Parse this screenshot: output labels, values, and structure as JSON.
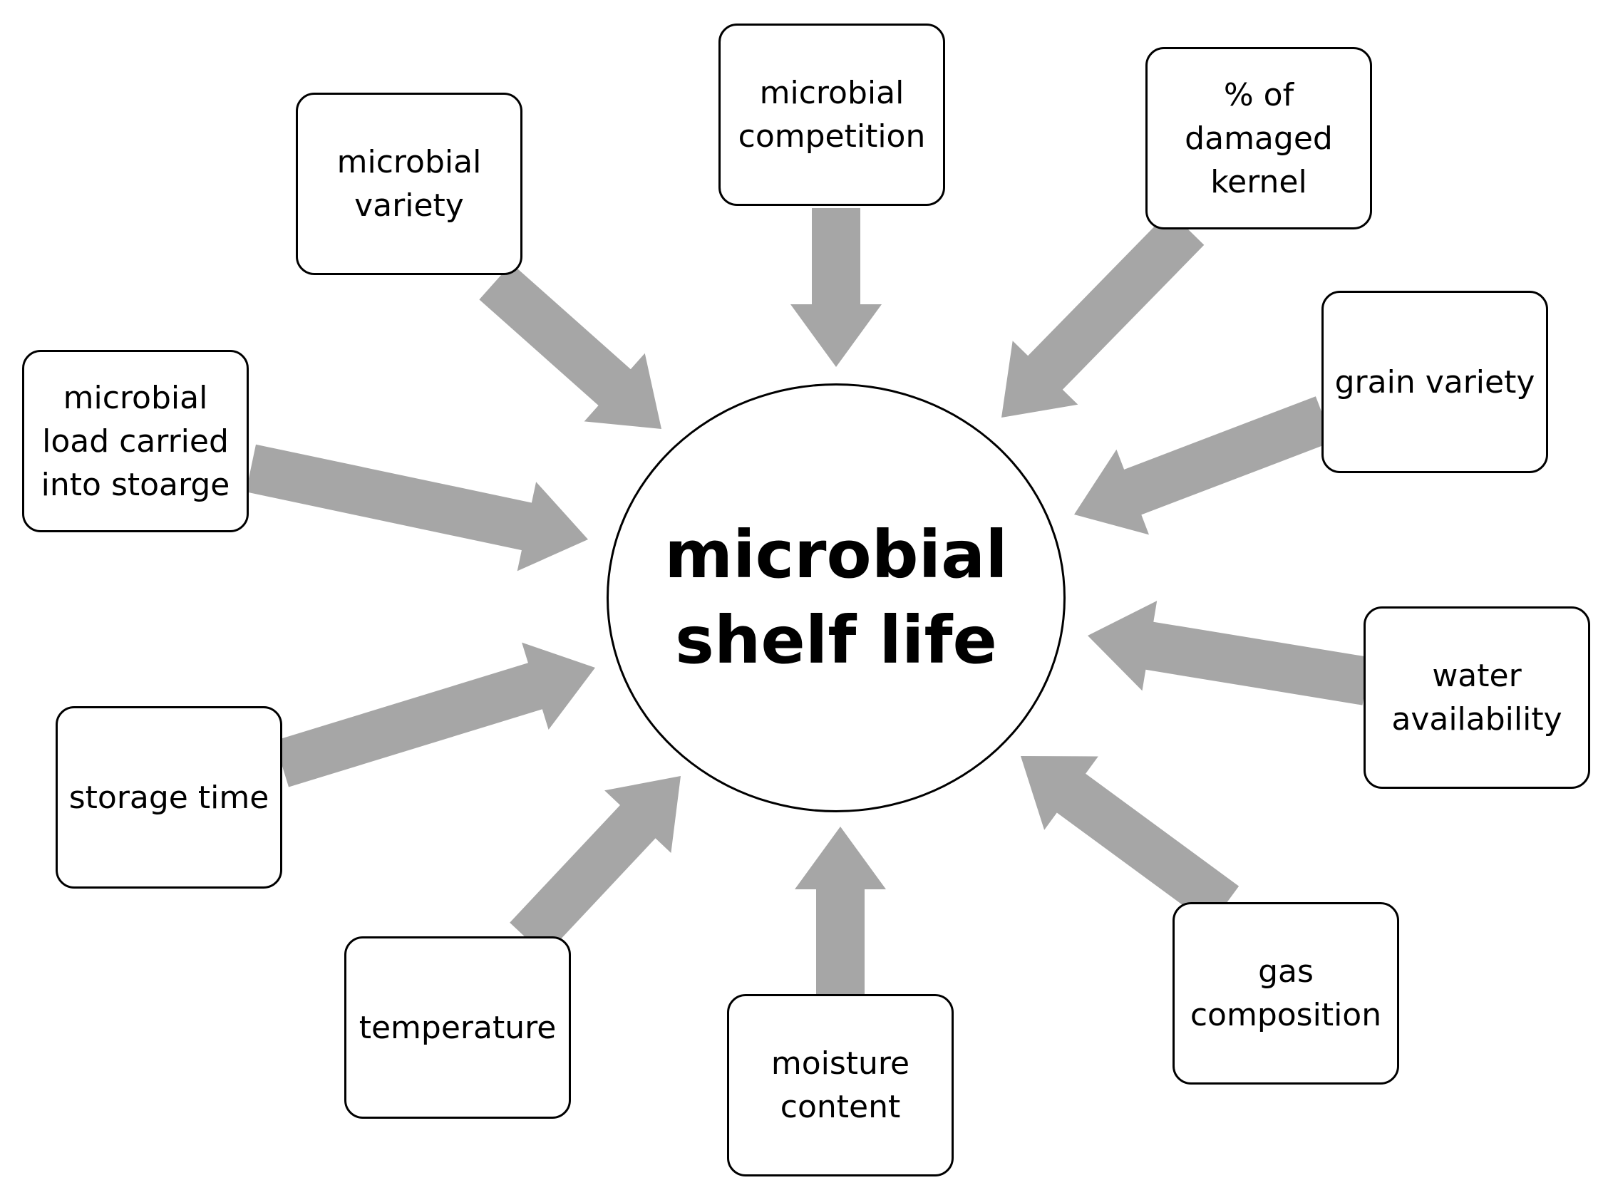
{
  "diagram": {
    "center": {
      "label": "microbial\nshelf life"
    },
    "factors": [
      {
        "id": "microbial-variety",
        "label": "microbial\nvariety"
      },
      {
        "id": "microbial-competition",
        "label": "microbial\ncompetition"
      },
      {
        "id": "damaged-kernel",
        "label": "% of\ndamaged\nkernel"
      },
      {
        "id": "grain-variety",
        "label": "grain variety"
      },
      {
        "id": "water-availability",
        "label": "water\navailability"
      },
      {
        "id": "gas-composition",
        "label": "gas\ncomposition"
      },
      {
        "id": "moisture-content",
        "label": "moisture\ncontent"
      },
      {
        "id": "temperature",
        "label": "temperature"
      },
      {
        "id": "storage-time",
        "label": "storage time"
      },
      {
        "id": "microbial-load",
        "label": "microbial\nload carried\ninto stoarge"
      }
    ],
    "colors": {
      "arrow": "#a6a6a6",
      "border": "#000000",
      "background": "#ffffff"
    }
  }
}
